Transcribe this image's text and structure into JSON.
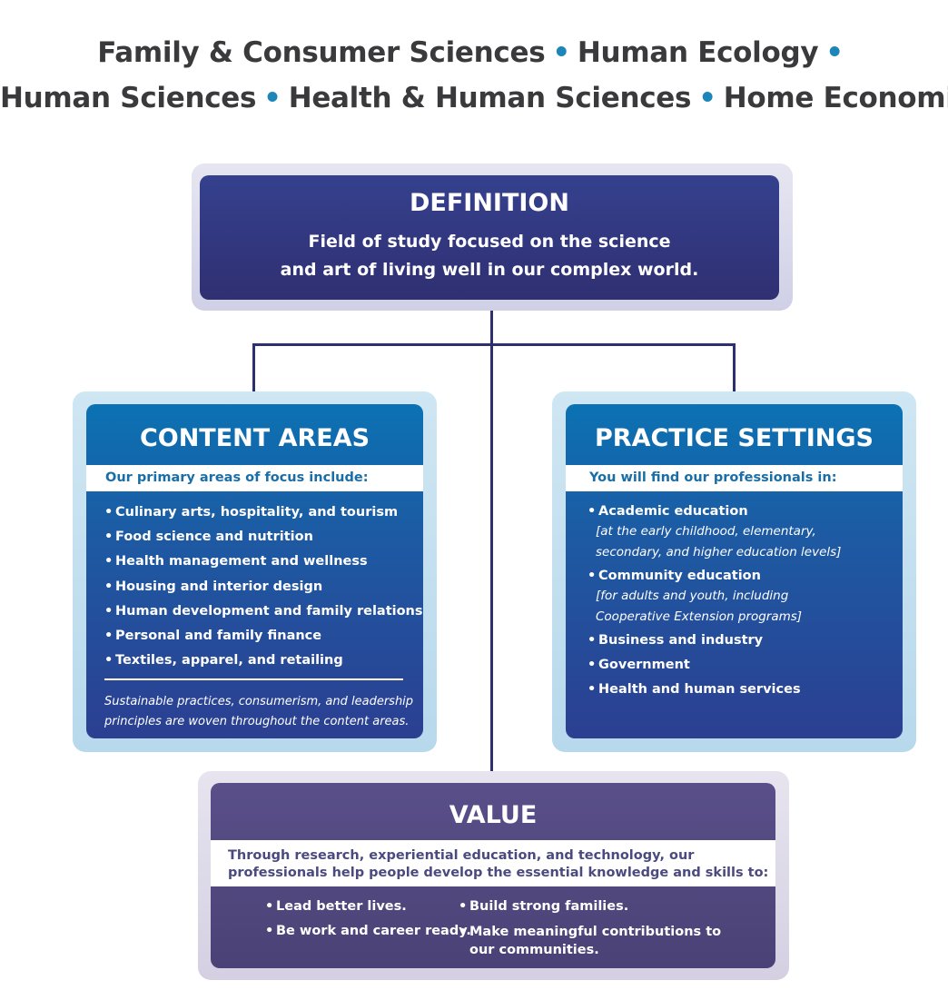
{
  "header": {
    "line1": [
      "Family & Consumer Sciences",
      "Human Ecology"
    ],
    "line2": [
      "Human Sciences",
      "Health & Human Sciences",
      "Home Economics"
    ],
    "separator": "•"
  },
  "definition": {
    "title": "DEFINITION",
    "text_line1": "Field of study focused on the science",
    "text_line2": "and art of living well in our complex world."
  },
  "content_areas": {
    "title": "CONTENT AREAS",
    "subtitle": "Our primary areas of focus include:",
    "items": [
      "Culinary arts, hospitality, and tourism",
      "Food science and nutrition",
      "Health management and wellness",
      "Housing and interior design",
      "Human development and family relations",
      "Personal and family finance",
      "Textiles, apparel, and retailing"
    ],
    "footnote_line1": "Sustainable practices, consumerism, and leadership",
    "footnote_line2": "principles are woven throughout the content areas."
  },
  "practice_settings": {
    "title": "PRACTICE SETTINGS",
    "subtitle": "You will find our professionals in:",
    "items": [
      {
        "label": "Academic education",
        "sub_line1": "[at the early  childhood, elementary,",
        "sub_line2": "secondary, and higher education levels]"
      },
      {
        "label": "Community education",
        "sub_line1": "[for adults and youth, including",
        "sub_line2": "Cooperative   Extension programs]"
      },
      {
        "label": "Business and industry"
      },
      {
        "label": "Government"
      },
      {
        "label": "Health and human services"
      }
    ]
  },
  "value": {
    "title": "VALUE",
    "intro_line1": "Through research, experiential education, and technology, our",
    "intro_line2": "professionals help people develop the essential knowledge and skills to:",
    "col1": [
      "Lead better lives.",
      "Be work and career ready."
    ],
    "col2": [
      "Build strong families.",
      "Make meaningful contributions to our communities."
    ]
  },
  "colors": {
    "definition": "#302f72",
    "content": "#1d5aa3",
    "value": "#4a4276",
    "accent_dot": "#1d86b8"
  }
}
